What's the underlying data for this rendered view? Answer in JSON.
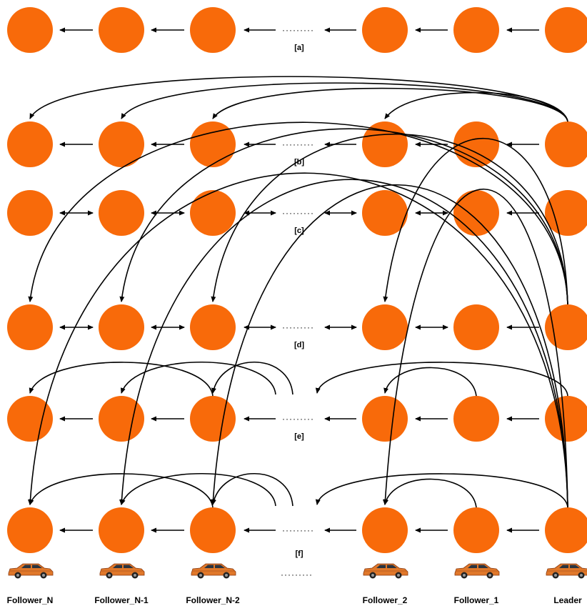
{
  "panels": [
    {
      "label": "[a]",
      "topology": "predecessor-following"
    },
    {
      "label": "[b]",
      "topology": "predecessor-leader-following"
    },
    {
      "label": "[c]",
      "topology": "bidirectional"
    },
    {
      "label": "[d]",
      "topology": "bidirectional-leader"
    },
    {
      "label": "[e]",
      "topology": "two-predecessor-following"
    },
    {
      "label": "[f]",
      "topology": "two-predecessor-leader-following"
    }
  ],
  "ellipsis": "·········",
  "vehicles": [
    "Follower_N",
    "Follower_N-1",
    "Follower_N-2",
    "",
    "Follower_2",
    "Follower_1",
    "Leader"
  ],
  "colors": {
    "node": "#f86a0a",
    "arrow": "#000000",
    "car_body": "#e0782a"
  },
  "icons": {
    "vehicle": "car-icon"
  }
}
